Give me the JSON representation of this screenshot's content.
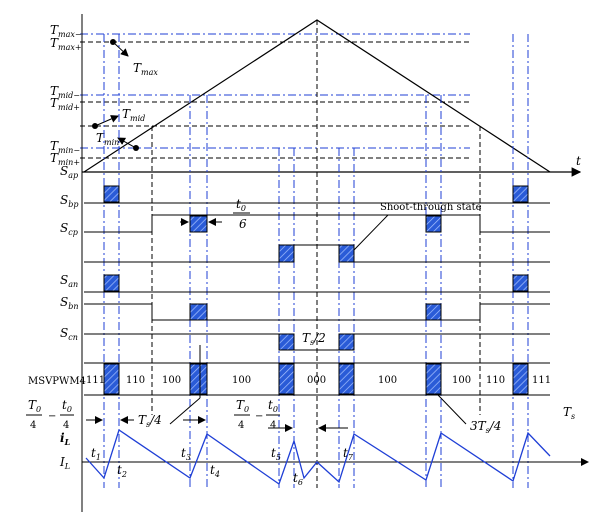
{
  "levels": {
    "t_max_minus": "T",
    "t_max_minus_sub": "max−",
    "t_max_plus": "T",
    "t_max_plus_sub": "max+",
    "t_mid_minus": "T",
    "t_mid_minus_sub": "mid−",
    "t_mid_plus": "T",
    "t_mid_plus_sub": "mid+",
    "t_min_minus": "T",
    "t_min_minus_sub": "min−",
    "t_min_plus": "T",
    "t_min_plus_sub": "min+",
    "t_axis": "t"
  },
  "callouts": {
    "t_max": "T",
    "t_max_sub": "max",
    "t_mid": "T",
    "t_mid_sub": "mid",
    "t_min": "T",
    "t_min_sub": "min"
  },
  "signals": {
    "sap": "S",
    "sap_sub": "ap",
    "sbp": "S",
    "sbp_sub": "bp",
    "scp": "S",
    "scp_sub": "cp",
    "san": "S",
    "san_sub": "an",
    "sbn": "S",
    "sbn_sub": "bn",
    "scn": "S",
    "scn_sub": "cn"
  },
  "annotations": {
    "t0_over_6_num": "t",
    "t0_over_6_num_sub": "0",
    "t0_over_6_den": "6",
    "shoot_through": "Shoot-through state",
    "ts_half": "T",
    "ts_half_sub": "s",
    "ts_half_rest": "/2"
  },
  "sequence": {
    "label": "MSVPWM4",
    "states": [
      "111",
      "110",
      "100",
      "100",
      "000",
      "100",
      "100",
      "110",
      "111"
    ]
  },
  "timing": {
    "t0_4_left_num": "T",
    "t0_4_left_num_sub": "0",
    "t0_4_left_den": "4",
    "minus": "−",
    "t0_4_right_num": "t",
    "t0_4_right_num_sub": "0",
    "t0_4_right_den": "4",
    "ts_quarter": "T",
    "ts_quarter_sub": "s",
    "ts_quarter_rest": "/4",
    "ts_3quarter_pre": "3",
    "ts_3quarter": "T",
    "ts_3quarter_sub": "s",
    "ts_3quarter_rest": "/4",
    "ts": "T",
    "ts_sub": "s"
  },
  "current": {
    "il_small": "i",
    "il_small_sub": "L",
    "il_big": "I",
    "il_big_sub": "L",
    "ticks": [
      {
        "t": "t",
        "s": "1"
      },
      {
        "t": "t",
        "s": "2"
      },
      {
        "t": "t",
        "s": "3"
      },
      {
        "t": "t",
        "s": "4"
      },
      {
        "t": "t",
        "s": "5"
      },
      {
        "t": "t",
        "s": "6"
      },
      {
        "t": "t",
        "s": "7"
      }
    ]
  },
  "colors": {
    "ink": "#000000",
    "accent": "#1f3fd6",
    "box_fill": "#2a5bd7"
  }
}
